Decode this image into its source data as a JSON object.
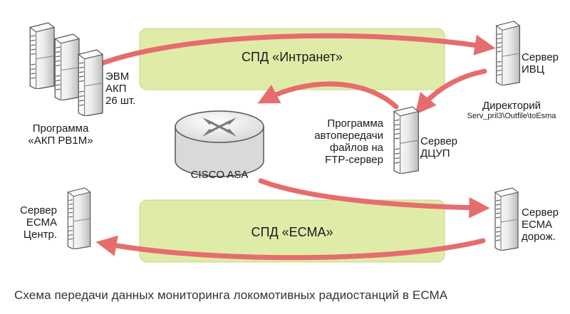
{
  "networks": {
    "intranet": "СПД «Интранет»",
    "ecma": "СПД «ЕСМА»"
  },
  "nodes": {
    "evm": {
      "lines": [
        "ЭВМ",
        "АКП",
        "26 шт."
      ]
    },
    "akp_program": {
      "lines": [
        "Программа",
        "«АКП РВ1М»"
      ]
    },
    "ivc_server": {
      "lines": [
        "Сервер",
        "ИВЦ"
      ]
    },
    "directory": {
      "lines": [
        "Директорий",
        "Serv_pril3\\Outfile\\toEsma"
      ]
    },
    "dcup_program": {
      "lines": [
        "Программа",
        "автопередачи",
        "файлов на",
        "FTP-сервер"
      ]
    },
    "dcup_server": {
      "lines": [
        "Сервер",
        "ДЦУП"
      ]
    },
    "router": {
      "label": "CISCO ASA"
    },
    "ecma_central": {
      "lines": [
        "Сервер",
        "ЕСМА",
        "Центр."
      ]
    },
    "ecma_road": {
      "lines": [
        "Сервер",
        "ЕСМА",
        "дорож."
      ]
    }
  },
  "caption": "Схема передачи данных мониторинга локомотивных радиостанций в ЕСМА",
  "colors": {
    "band_fill": "#dfeca8",
    "band_stroke": "#c4d58a",
    "arrow": "#e66d6d",
    "server_body": "#f2f2f2",
    "server_edge": "#555555",
    "router_fill": "#f4f4f4"
  }
}
